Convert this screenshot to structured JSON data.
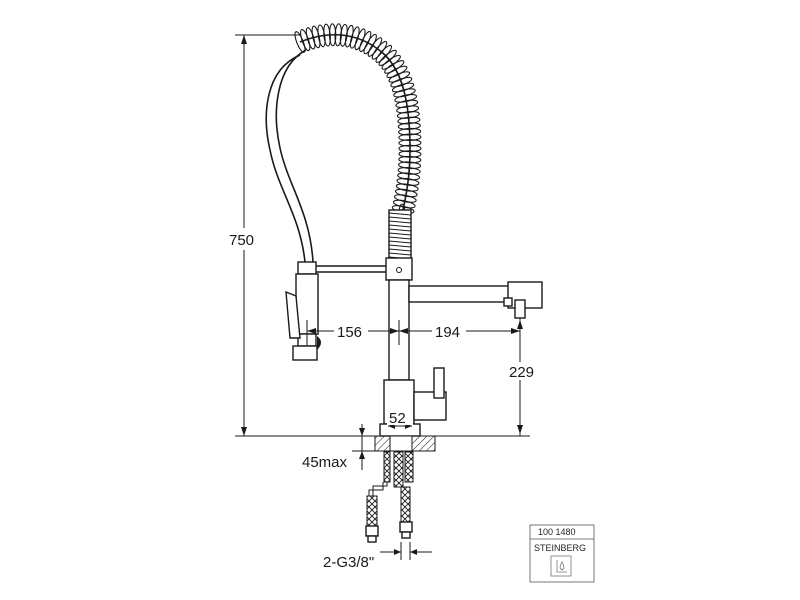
{
  "dimensions": {
    "height_total": "750",
    "reach_left": "156",
    "reach_right": "194",
    "spout_height": "229",
    "base_diameter": "52",
    "max_deck_thickness": "45max",
    "connection": "2-G3/8\""
  },
  "product_stamp": {
    "article_number": "100 1480",
    "brand": "STEINBERG"
  },
  "colors": {
    "line": "#1a1a1a",
    "background": "#ffffff"
  }
}
